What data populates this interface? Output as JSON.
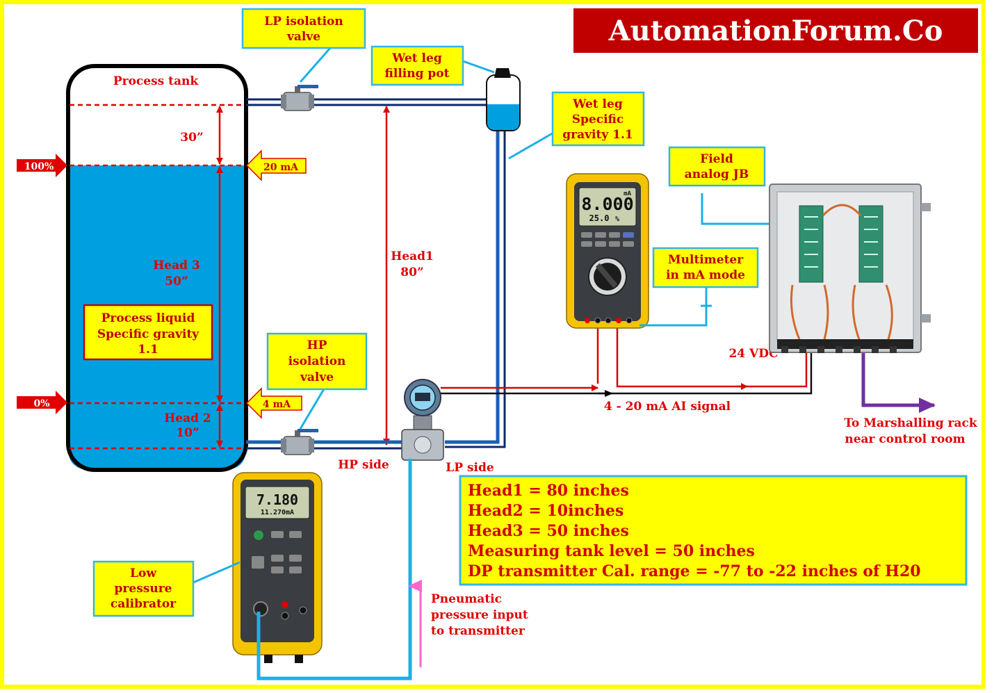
{
  "brand": "AutomationForum.Co",
  "labels": {
    "process_tank": "Process tank",
    "head3_a": "Head 3",
    "head3_b": "50”",
    "head2_a": "Head 2",
    "head2_b": "10”",
    "span30": "30”",
    "head1_a": "Head1",
    "head1_b": "80”",
    "hp_side": "HP side",
    "lp_side": "LP side",
    "vdc": "24 VDC",
    "ai_signal": "4 - 20 mA AI signal",
    "marshalling_a": "To Marshalling rack",
    "marshalling_b": "near control room",
    "pneumatic_a": "Pneumatic",
    "pneumatic_b": "pressure input",
    "pneumatic_c": "to transmitter"
  },
  "markers": {
    "pct100": "100%",
    "pct0": "0%",
    "ma20": "20 mA",
    "ma4": "4 mA"
  },
  "callouts": {
    "lp_valve_a": "LP  isolation",
    "lp_valve_b": "valve",
    "filling_pot_a": "Wet leg",
    "filling_pot_b": "filling pot",
    "wet_leg_a": "Wet leg",
    "wet_leg_b": "Specific",
    "wet_leg_c": "gravity  1.1",
    "field_jb_a": "Field",
    "field_jb_b": "analog JB",
    "multimeter_a": "Multimeter",
    "multimeter_b": "in mA mode",
    "hp_valve_a": "HP",
    "hp_valve_b": "isolation",
    "hp_valve_c": "valve",
    "liquid_a": "Process liquid",
    "liquid_b": "Specific gravity",
    "liquid_c": "1.1",
    "calibrator_a": "Low",
    "calibrator_b": "pressure",
    "calibrator_c": "calibrator"
  },
  "summary": [
    "Head1 = 80 inches",
    "Head2 = 10inches",
    "Head3 = 50 inches",
    "Measuring tank level = 50 inches",
    "DP transmitter Cal. range = -77 to -22 inches of H20"
  ],
  "multimeter_display": {
    "unit": "mA",
    "main": "8.000",
    "secondary": "25.0",
    "percent": "%"
  },
  "calibrator_display": {
    "main": "7.180",
    "secondary": "11.270mA"
  },
  "colors": {
    "border": "#ffff00",
    "callout_fill": "#ffff00",
    "callout_border": "#33b5e5",
    "liquid": "#00a0e0",
    "label_red": "#e00000",
    "brand_bg": "#c00000"
  }
}
